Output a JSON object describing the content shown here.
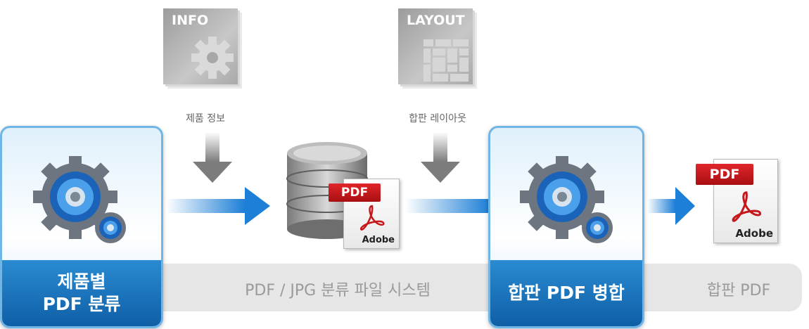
{
  "info_doc": {
    "title": "INFO",
    "caption": "제품 정보"
  },
  "layout_doc": {
    "title": "LAYOUT",
    "caption": "합판 레이아웃"
  },
  "left_box": {
    "label_line1": "제품별",
    "label_line2": "PDF 분류"
  },
  "mid_box": {
    "label": "합판 PDF 병합"
  },
  "band": {
    "left_text": "PDF / JPG 분류 파일 시스템",
    "right_text": "합판 PDF"
  },
  "pdf_icon": {
    "tag": "PDF",
    "brand": "Adobe"
  },
  "colors": {
    "accent_blue": "#1a73c2",
    "arrow_gray": "#8a8a8a",
    "pdf_red": "#c4181c"
  }
}
